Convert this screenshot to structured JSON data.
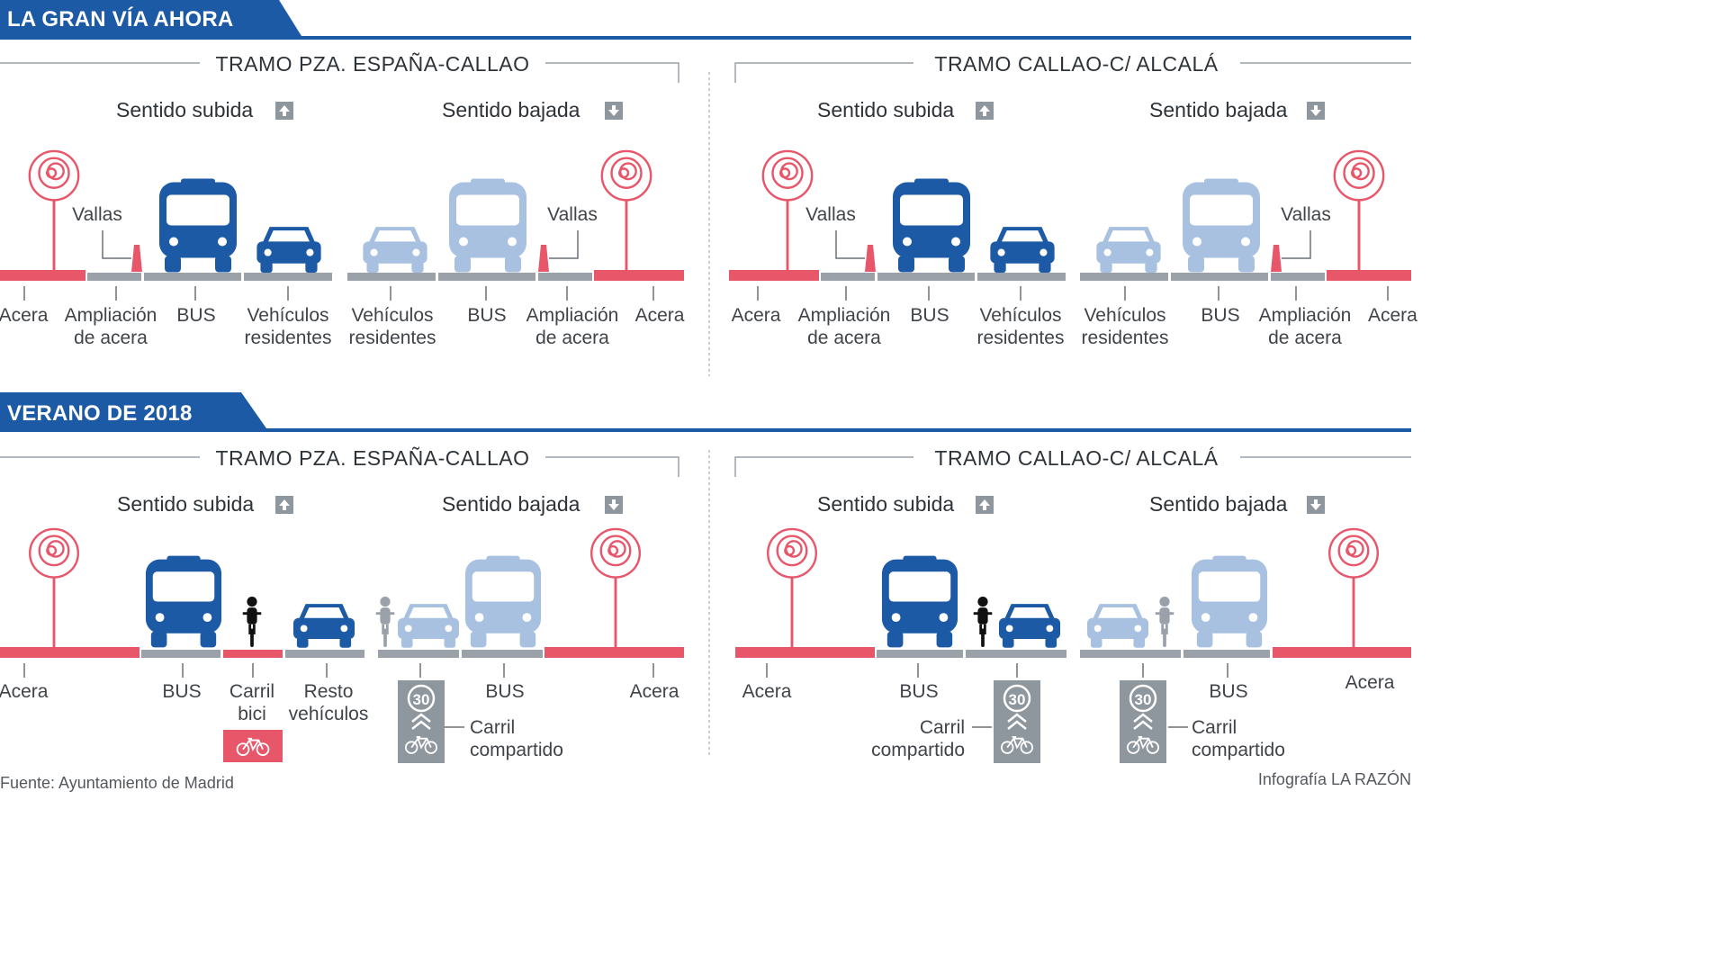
{
  "panels": [
    {
      "header": "LA GRAN VÍA AHORA",
      "sections": [
        {
          "title": "TRAMO PZA. ESPAÑA-CALLAO",
          "dir_up": "Sentido subida",
          "dir_down": "Sentido bajada",
          "callouts": [
            "Vallas",
            "Vallas"
          ],
          "labels": [
            "Acera",
            "Ampliación\nde acera",
            "BUS",
            "Vehículos\nresidentes",
            "Vehículos\nresidentes",
            "BUS",
            "Ampliación\nde acera",
            "Acera"
          ]
        },
        {
          "title": "TRAMO CALLAO-C/ ALCALÁ",
          "dir_up": "Sentido subida",
          "dir_down": "Sentido bajada",
          "callouts": [
            "Vallas",
            "Vallas"
          ],
          "labels": [
            "Acera",
            "Ampliación\nde acera",
            "BUS",
            "Vehículos\nresidentes",
            "Vehículos\nresidentes",
            "BUS",
            "Ampliación\nde acera",
            "Acera"
          ]
        }
      ]
    },
    {
      "header": "VERANO DE 2018",
      "sections": [
        {
          "title": "TRAMO PZA. ESPAÑA-CALLAO",
          "dir_up": "Sentido subida",
          "dir_down": "Sentido bajada",
          "labels": [
            "Acera",
            "BUS",
            "Carril\nbici",
            "Resto\nvehículos",
            "BUS",
            "Carril\ncompartido",
            "Acera"
          ],
          "speed_sign": "30"
        },
        {
          "title": "TRAMO CALLAO-C/ ALCALÁ",
          "dir_up": "Sentido subida",
          "dir_down": "Sentido bajada",
          "labels": [
            "Acera",
            "BUS",
            "Carril\ncompartido",
            "Carril\ncompartido",
            "BUS",
            "Acera"
          ],
          "speed_sign": "30"
        }
      ]
    }
  ],
  "footer": {
    "source": "Fuente: Ayuntamiento de Madrid",
    "credit": "Infografía LA RAZÓN"
  },
  "colors": {
    "header_blue": "#1d5aa6",
    "sidewalk_red": "#e8566a",
    "lane_gray": "#9aa1a8",
    "bus_dark": "#1d5aa6",
    "bus_light": "#a9c1e1",
    "bike_sign": "#8e969e"
  }
}
